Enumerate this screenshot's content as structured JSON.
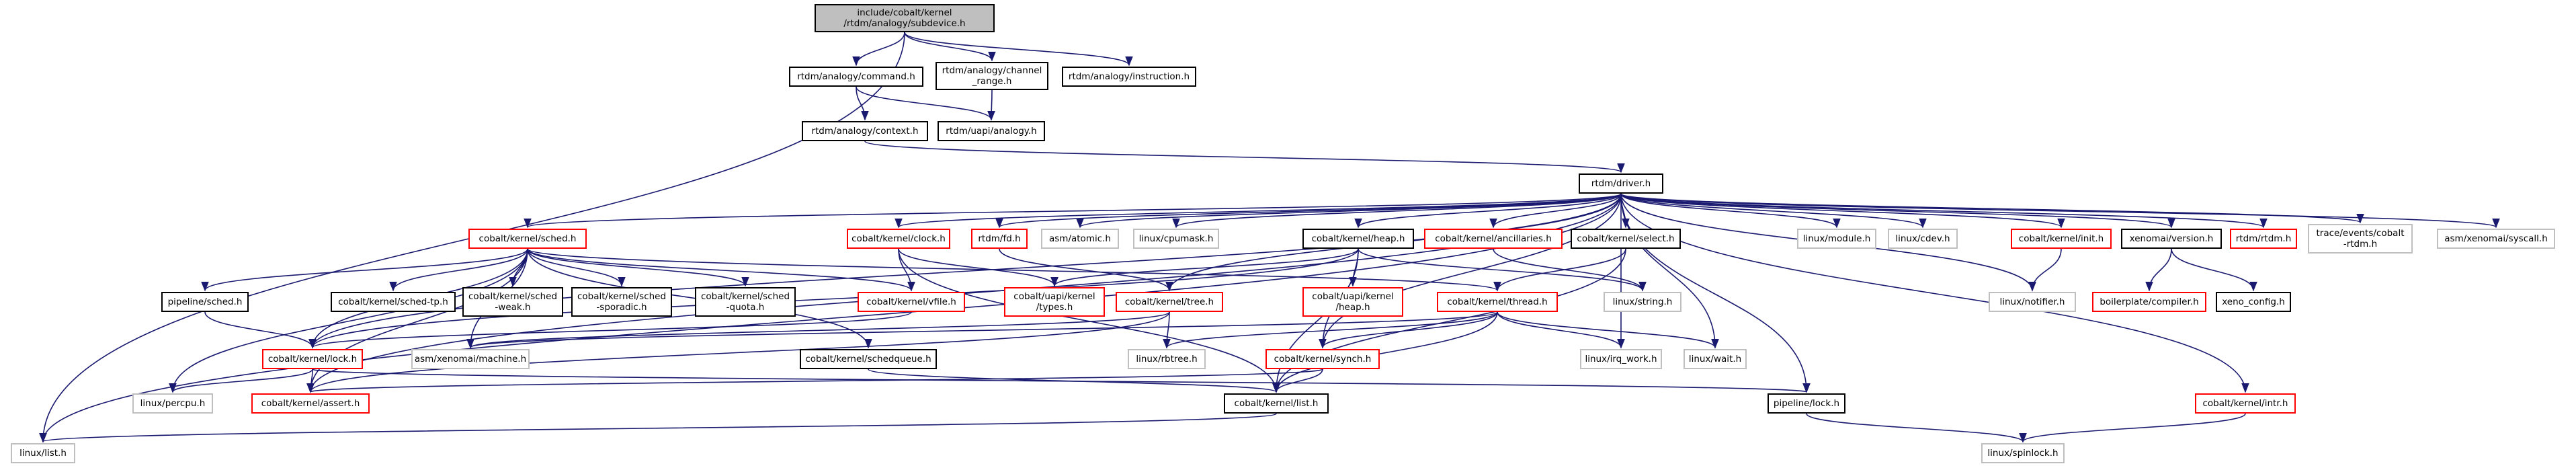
{
  "diagram": {
    "colors": {
      "edge": "#191970",
      "root_fill": "#bfbfbf",
      "linked_border": "#000000",
      "incomplete_border": "#ff0000",
      "external_border": "#bfbfbf"
    },
    "nodes": [
      {
        "id": "root",
        "label": "include/cobalt/kernel\n/rtdm/analogy/subdevice.h",
        "style": "root"
      },
      {
        "id": "command",
        "label": "rtdm/analogy/command.h",
        "style": "black"
      },
      {
        "id": "channel_range",
        "label": "rtdm/analogy/channel\n_range.h",
        "style": "black"
      },
      {
        "id": "instruction",
        "label": "rtdm/analogy/instruction.h",
        "style": "black"
      },
      {
        "id": "context",
        "label": "rtdm/analogy/context.h",
        "style": "black"
      },
      {
        "id": "uapi_analogy",
        "label": "rtdm/uapi/analogy.h",
        "style": "black"
      },
      {
        "id": "driver",
        "label": "rtdm/driver.h",
        "style": "black"
      },
      {
        "id": "sched",
        "label": "cobalt/kernel/sched.h",
        "style": "red"
      },
      {
        "id": "clock",
        "label": "cobalt/kernel/clock.h",
        "style": "red"
      },
      {
        "id": "rtdm_fd",
        "label": "rtdm/fd.h",
        "style": "red"
      },
      {
        "id": "asm_atomic",
        "label": "asm/atomic.h",
        "style": "gray"
      },
      {
        "id": "cpumask",
        "label": "linux/cpumask.h",
        "style": "gray"
      },
      {
        "id": "heap",
        "label": "cobalt/kernel/heap.h",
        "style": "black"
      },
      {
        "id": "ancillaries",
        "label": "cobalt/kernel/ancillaries.h",
        "style": "red"
      },
      {
        "id": "select",
        "label": "cobalt/kernel/select.h",
        "style": "black"
      },
      {
        "id": "module",
        "label": "linux/module.h",
        "style": "gray"
      },
      {
        "id": "cdev",
        "label": "linux/cdev.h",
        "style": "gray"
      },
      {
        "id": "k_init",
        "label": "cobalt/kernel/init.h",
        "style": "red"
      },
      {
        "id": "xenomai_version",
        "label": "xenomai/version.h",
        "style": "black"
      },
      {
        "id": "rtdm_rtdm",
        "label": "rtdm/rtdm.h",
        "style": "red"
      },
      {
        "id": "trace_events",
        "label": "trace/events/cobalt\n-rtdm.h",
        "style": "gray"
      },
      {
        "id": "asm_syscall",
        "label": "asm/xenomai/syscall.h",
        "style": "gray"
      },
      {
        "id": "pipeline_sched",
        "label": "pipeline/sched.h",
        "style": "black"
      },
      {
        "id": "sched_tp",
        "label": "cobalt/kernel/sched-tp.h",
        "style": "black"
      },
      {
        "id": "sched_weak",
        "label": "cobalt/kernel/sched\n-weak.h",
        "style": "black"
      },
      {
        "id": "sched_sporadic",
        "label": "cobalt/kernel/sched\n-sporadic.h",
        "style": "black"
      },
      {
        "id": "sched_quota",
        "label": "cobalt/kernel/sched\n-quota.h",
        "style": "black"
      },
      {
        "id": "vfile",
        "label": "cobalt/kernel/vfile.h",
        "style": "red"
      },
      {
        "id": "uapi_types",
        "label": "cobalt/uapi/kernel\n/types.h",
        "style": "red"
      },
      {
        "id": "tree",
        "label": "cobalt/kernel/tree.h",
        "style": "red"
      },
      {
        "id": "uapi_heap",
        "label": "cobalt/uapi/kernel\n/heap.h",
        "style": "red"
      },
      {
        "id": "thread",
        "label": "cobalt/kernel/thread.h",
        "style": "red"
      },
      {
        "id": "linux_string",
        "label": "linux/string.h",
        "style": "gray"
      },
      {
        "id": "linux_notifier",
        "label": "linux/notifier.h",
        "style": "gray"
      },
      {
        "id": "boilerplate_compiler",
        "label": "boilerplate/compiler.h",
        "style": "red"
      },
      {
        "id": "xeno_config",
        "label": "xeno_config.h",
        "style": "black"
      },
      {
        "id": "lock",
        "label": "cobalt/kernel/lock.h",
        "style": "red"
      },
      {
        "id": "asm_machine",
        "label": "asm/xenomai/machine.h",
        "style": "gray"
      },
      {
        "id": "schedqueue",
        "label": "cobalt/kernel/schedqueue.h",
        "style": "black"
      },
      {
        "id": "rbtree",
        "label": "linux/rbtree.h",
        "style": "gray"
      },
      {
        "id": "synch",
        "label": "cobalt/kernel/synch.h",
        "style": "red"
      },
      {
        "id": "irq_work",
        "label": "linux/irq_work.h",
        "style": "gray"
      },
      {
        "id": "linux_wait",
        "label": "linux/wait.h",
        "style": "gray"
      },
      {
        "id": "percpu",
        "label": "linux/percpu.h",
        "style": "gray"
      },
      {
        "id": "k_assert",
        "label": "cobalt/kernel/assert.h",
        "style": "red"
      },
      {
        "id": "k_list",
        "label": "cobalt/kernel/list.h",
        "style": "black"
      },
      {
        "id": "pipeline_lock",
        "label": "pipeline/lock.h",
        "style": "black"
      },
      {
        "id": "k_intr",
        "label": "cobalt/kernel/intr.h",
        "style": "red"
      },
      {
        "id": "linux_list",
        "label": "linux/list.h",
        "style": "gray"
      },
      {
        "id": "spinlock",
        "label": "linux/spinlock.h",
        "style": "gray"
      }
    ],
    "edges": [
      [
        "root",
        "linux_list"
      ],
      [
        "root",
        "command"
      ],
      [
        "root",
        "channel_range"
      ],
      [
        "root",
        "instruction"
      ],
      [
        "command",
        "context"
      ],
      [
        "command",
        "uapi_analogy"
      ],
      [
        "channel_range",
        "uapi_analogy"
      ],
      [
        "context",
        "driver"
      ],
      [
        "driver",
        "sched"
      ],
      [
        "driver",
        "clock"
      ],
      [
        "driver",
        "rtdm_fd"
      ],
      [
        "driver",
        "asm_atomic"
      ],
      [
        "driver",
        "cpumask"
      ],
      [
        "driver",
        "heap"
      ],
      [
        "driver",
        "ancillaries"
      ],
      [
        "driver",
        "select"
      ],
      [
        "driver",
        "module"
      ],
      [
        "driver",
        "cdev"
      ],
      [
        "driver",
        "k_init"
      ],
      [
        "driver",
        "xenomai_version"
      ],
      [
        "driver",
        "rtdm_rtdm"
      ],
      [
        "driver",
        "trace_events"
      ],
      [
        "driver",
        "asm_syscall"
      ],
      [
        "driver",
        "linux_list"
      ],
      [
        "driver",
        "k_assert"
      ],
      [
        "driver",
        "tree"
      ],
      [
        "driver",
        "synch"
      ],
      [
        "driver",
        "irq_work"
      ],
      [
        "driver",
        "linux_wait"
      ],
      [
        "driver",
        "linux_notifier"
      ],
      [
        "driver",
        "pipeline_lock"
      ],
      [
        "driver",
        "k_intr"
      ],
      [
        "driver",
        "lock"
      ],
      [
        "sched",
        "pipeline_sched"
      ],
      [
        "sched",
        "sched_tp"
      ],
      [
        "sched",
        "sched_weak"
      ],
      [
        "sched",
        "sched_sporadic"
      ],
      [
        "sched",
        "sched_quota"
      ],
      [
        "sched",
        "vfile"
      ],
      [
        "sched",
        "thread"
      ],
      [
        "sched",
        "lock"
      ],
      [
        "sched",
        "asm_machine"
      ],
      [
        "sched",
        "schedqueue"
      ],
      [
        "sched",
        "percpu"
      ],
      [
        "sched",
        "k_assert"
      ],
      [
        "clock",
        "vfile"
      ],
      [
        "clock",
        "uapi_types"
      ],
      [
        "clock",
        "k_list"
      ],
      [
        "rtdm_fd",
        "tree"
      ],
      [
        "heap",
        "uapi_types"
      ],
      [
        "heap",
        "uapi_heap"
      ],
      [
        "heap",
        "linux_string"
      ],
      [
        "heap",
        "k_list"
      ],
      [
        "heap",
        "lock"
      ],
      [
        "heap",
        "synch"
      ],
      [
        "ancillaries",
        "linux_string"
      ],
      [
        "select",
        "thread"
      ],
      [
        "select",
        "k_list"
      ],
      [
        "k_init",
        "linux_notifier"
      ],
      [
        "xenomai_version",
        "boilerplate_compiler"
      ],
      [
        "xenomai_version",
        "xeno_config"
      ],
      [
        "pipeline_sched",
        "lock"
      ],
      [
        "vfile",
        "lock"
      ],
      [
        "tree",
        "rbtree"
      ],
      [
        "tree",
        "k_assert"
      ],
      [
        "tree",
        "asm_machine"
      ],
      [
        "thread",
        "synch"
      ],
      [
        "thread",
        "irq_work"
      ],
      [
        "thread",
        "linux_wait"
      ],
      [
        "thread",
        "k_list"
      ],
      [
        "thread",
        "asm_machine"
      ],
      [
        "thread",
        "rbtree"
      ],
      [
        "lock",
        "k_assert"
      ],
      [
        "lock",
        "pipeline_lock"
      ],
      [
        "lock",
        "percpu"
      ],
      [
        "schedqueue",
        "k_list"
      ],
      [
        "synch",
        "k_list"
      ],
      [
        "synch",
        "k_assert"
      ],
      [
        "k_list",
        "linux_list"
      ],
      [
        "pipeline_lock",
        "spinlock"
      ],
      [
        "k_intr",
        "spinlock"
      ]
    ]
  }
}
